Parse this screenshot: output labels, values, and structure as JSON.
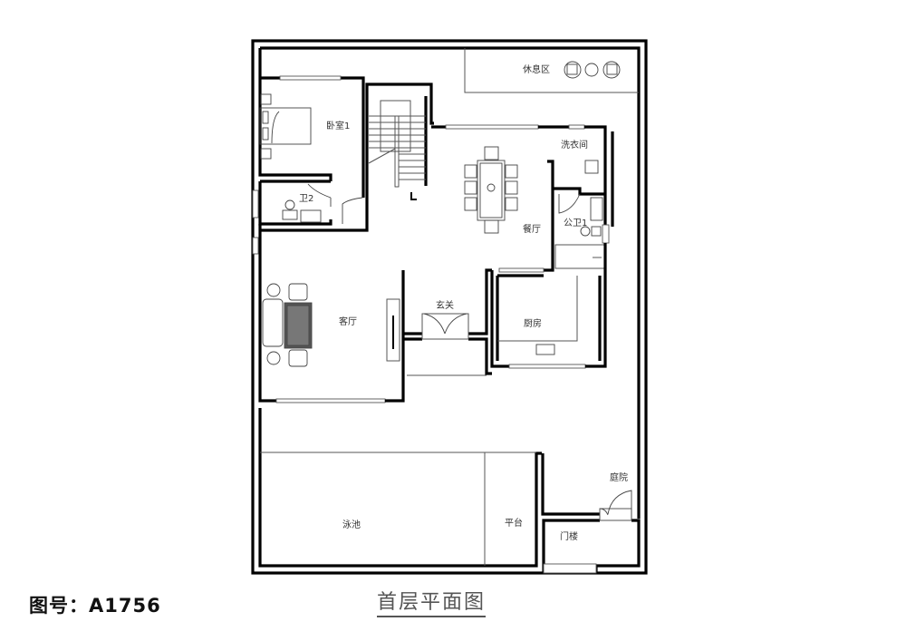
{
  "drawing": {
    "number_label": "图号：A1756",
    "title": "首层平面图"
  },
  "rooms": {
    "lounge": "休息区",
    "bedroom1": "卧室1",
    "bath2": "卫2",
    "laundry": "洗衣间",
    "dining": "餐厅",
    "public_bath1": "公卫1",
    "living": "客厅",
    "foyer": "玄关",
    "kitchen": "厨房",
    "pool": "泳池",
    "platform": "平台",
    "courtyard": "庭院",
    "gatehouse": "门楼"
  },
  "colors": {
    "wall": "#000000",
    "fixture": "#444444",
    "title_text": "#555555"
  }
}
